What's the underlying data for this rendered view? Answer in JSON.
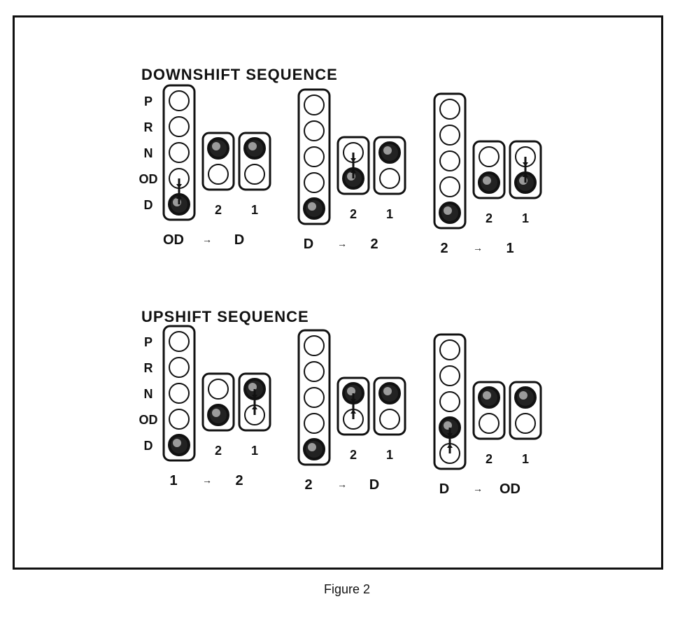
{
  "caption": "Figure 2",
  "sections": [
    {
      "title": "DOWNSHIFT SEQUENCE",
      "diagrams": [
        {
          "from": "OD",
          "to": "D",
          "arrow": "→",
          "main_filled": [
            4
          ],
          "main_link": [
            3,
            4
          ],
          "second_filled": [
            0
          ],
          "second_link": [],
          "first_filled": [
            0
          ],
          "first_link": []
        },
        {
          "from": "D",
          "to": "2",
          "arrow": "→",
          "main_filled": [
            4
          ],
          "main_link": [],
          "second_filled": [
            1
          ],
          "second_link": [
            0,
            1
          ],
          "first_filled": [
            0
          ],
          "first_link": []
        },
        {
          "from": "2",
          "to": "1",
          "arrow": "→",
          "main_filled": [
            4
          ],
          "main_link": [],
          "second_filled": [
            1
          ],
          "second_link": [],
          "first_filled": [
            1
          ],
          "first_link": [
            0,
            1
          ]
        }
      ]
    },
    {
      "title": "UPSHIFT SEQUENCE",
      "diagrams": [
        {
          "from": "1",
          "to": "2",
          "arrow": "→",
          "main_filled": [
            4
          ],
          "main_link": [],
          "second_filled": [
            1
          ],
          "second_link": [],
          "first_filled": [
            0
          ],
          "first_link": [
            0,
            1
          ]
        },
        {
          "from": "2",
          "to": "D",
          "arrow": "→",
          "main_filled": [
            4
          ],
          "main_link": [],
          "second_filled": [
            0
          ],
          "second_link": [
            0,
            1
          ],
          "first_filled": [
            0
          ],
          "first_link": []
        },
        {
          "from": "D",
          "to": "OD",
          "arrow": "→",
          "main_filled": [
            3
          ],
          "main_link": [
            3,
            4
          ],
          "second_filled": [
            0
          ],
          "second_link": [],
          "first_filled": [
            0
          ],
          "first_link": []
        }
      ]
    }
  ],
  "position_labels": [
    "P",
    "R",
    "N",
    "OD",
    "D"
  ],
  "lever_labels": [
    "2",
    "1"
  ]
}
